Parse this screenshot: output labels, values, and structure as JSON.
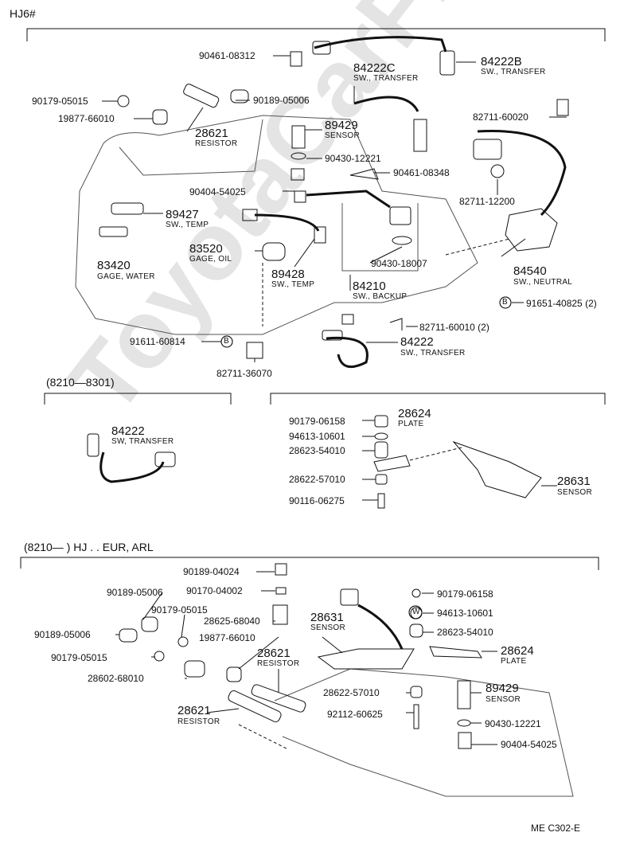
{
  "header": {
    "model": "HJ6#"
  },
  "watermark": "ToyotaCarFree.ru",
  "footer": {
    "code": "ME C302-E"
  },
  "section1": {
    "labels": [
      {
        "id": "p1",
        "text": "90461-08312"
      },
      {
        "id": "p2",
        "text": "84222C"
      },
      {
        "id": "p2s",
        "text": "SW., TRANSFER"
      },
      {
        "id": "p3",
        "text": "84222B"
      },
      {
        "id": "p3s",
        "text": "SW., TRANSFER"
      },
      {
        "id": "p4",
        "text": "90179-05015"
      },
      {
        "id": "p5",
        "text": "90189-05006"
      },
      {
        "id": "p6",
        "text": "19877-66010"
      },
      {
        "id": "p7",
        "text": "28621"
      },
      {
        "id": "p7s",
        "text": "RESISTOR"
      },
      {
        "id": "p8",
        "text": "89429"
      },
      {
        "id": "p8s",
        "text": "SENSOR"
      },
      {
        "id": "p9",
        "text": "82711-60020"
      },
      {
        "id": "p10",
        "text": "90430-12221"
      },
      {
        "id": "p11",
        "text": "90461-08348"
      },
      {
        "id": "p12",
        "text": "90404-54025"
      },
      {
        "id": "p13",
        "text": "82711-12200"
      },
      {
        "id": "p14",
        "text": "89427"
      },
      {
        "id": "p14s",
        "text": "SW., TEMP"
      },
      {
        "id": "p15",
        "text": "83520"
      },
      {
        "id": "p15s",
        "text": "GAGE, OIL"
      },
      {
        "id": "p16",
        "text": "89428"
      },
      {
        "id": "p16s",
        "text": "SW., TEMP"
      },
      {
        "id": "p17",
        "text": "90430-18007"
      },
      {
        "id": "p18",
        "text": "84540"
      },
      {
        "id": "p18s",
        "text": "SW., NEUTRAL"
      },
      {
        "id": "p19",
        "text": "83420"
      },
      {
        "id": "p19s",
        "text": "GAGE, WATER"
      },
      {
        "id": "p20",
        "text": "84210"
      },
      {
        "id": "p20s",
        "text": "SW., BACKUP"
      },
      {
        "id": "p21",
        "text": "91651-40825 (2)"
      },
      {
        "id": "p22",
        "text": "82711-60010 (2)"
      },
      {
        "id": "p23",
        "text": "91611-60814"
      },
      {
        "id": "p24",
        "text": "84222"
      },
      {
        "id": "p24s",
        "text": "SW., TRANSFER"
      },
      {
        "id": "p25",
        "text": "82711-36070"
      }
    ],
    "callout_b": "B"
  },
  "section2": {
    "range": "(8210—8301)",
    "labels": [
      {
        "id": "q1",
        "text": "84222"
      },
      {
        "id": "q1s",
        "text": "SW, TRANSFER"
      },
      {
        "id": "q2",
        "text": "90179-06158"
      },
      {
        "id": "q3",
        "text": "28624"
      },
      {
        "id": "q3s",
        "text": "PLATE"
      },
      {
        "id": "q4",
        "text": "94613-10601"
      },
      {
        "id": "q5",
        "text": "28623-54010"
      },
      {
        "id": "q6",
        "text": "28622-57010"
      },
      {
        "id": "q7",
        "text": "28631"
      },
      {
        "id": "q7s",
        "text": "SENSOR"
      },
      {
        "id": "q8",
        "text": "90116-06275"
      }
    ]
  },
  "section3": {
    "range": "(8210—     ) HJ . . EUR, ARL",
    "labels": [
      {
        "id": "r1",
        "text": "90189-04024"
      },
      {
        "id": "r2",
        "text": "90189-05006"
      },
      {
        "id": "r3",
        "text": "90170-04002"
      },
      {
        "id": "r4",
        "text": "90179-06158"
      },
      {
        "id": "r5",
        "text": "90179-05015"
      },
      {
        "id": "r6",
        "text": "28625-68040"
      },
      {
        "id": "r7",
        "text": "94613-10601"
      },
      {
        "id": "r8",
        "text": "28631"
      },
      {
        "id": "r8s",
        "text": "SENSOR"
      },
      {
        "id": "r9",
        "text": "90189-05006"
      },
      {
        "id": "r10",
        "text": "19877-66010"
      },
      {
        "id": "r11",
        "text": "28623-54010"
      },
      {
        "id": "r12",
        "text": "90179-05015"
      },
      {
        "id": "r13",
        "text": "28621"
      },
      {
        "id": "r13s",
        "text": "RESISTOR"
      },
      {
        "id": "r14",
        "text": "28624"
      },
      {
        "id": "r14s",
        "text": "PLATE"
      },
      {
        "id": "r15",
        "text": "28602-68010"
      },
      {
        "id": "r16",
        "text": "28622-57010"
      },
      {
        "id": "r17",
        "text": "89429"
      },
      {
        "id": "r17s",
        "text": "SENSOR"
      },
      {
        "id": "r18",
        "text": "28621"
      },
      {
        "id": "r18s",
        "text": "RESISTOR"
      },
      {
        "id": "r19",
        "text": "92112-60625"
      },
      {
        "id": "r20",
        "text": "90430-12221"
      },
      {
        "id": "r21",
        "text": "90404-54025"
      }
    ],
    "circle_w": "W"
  }
}
